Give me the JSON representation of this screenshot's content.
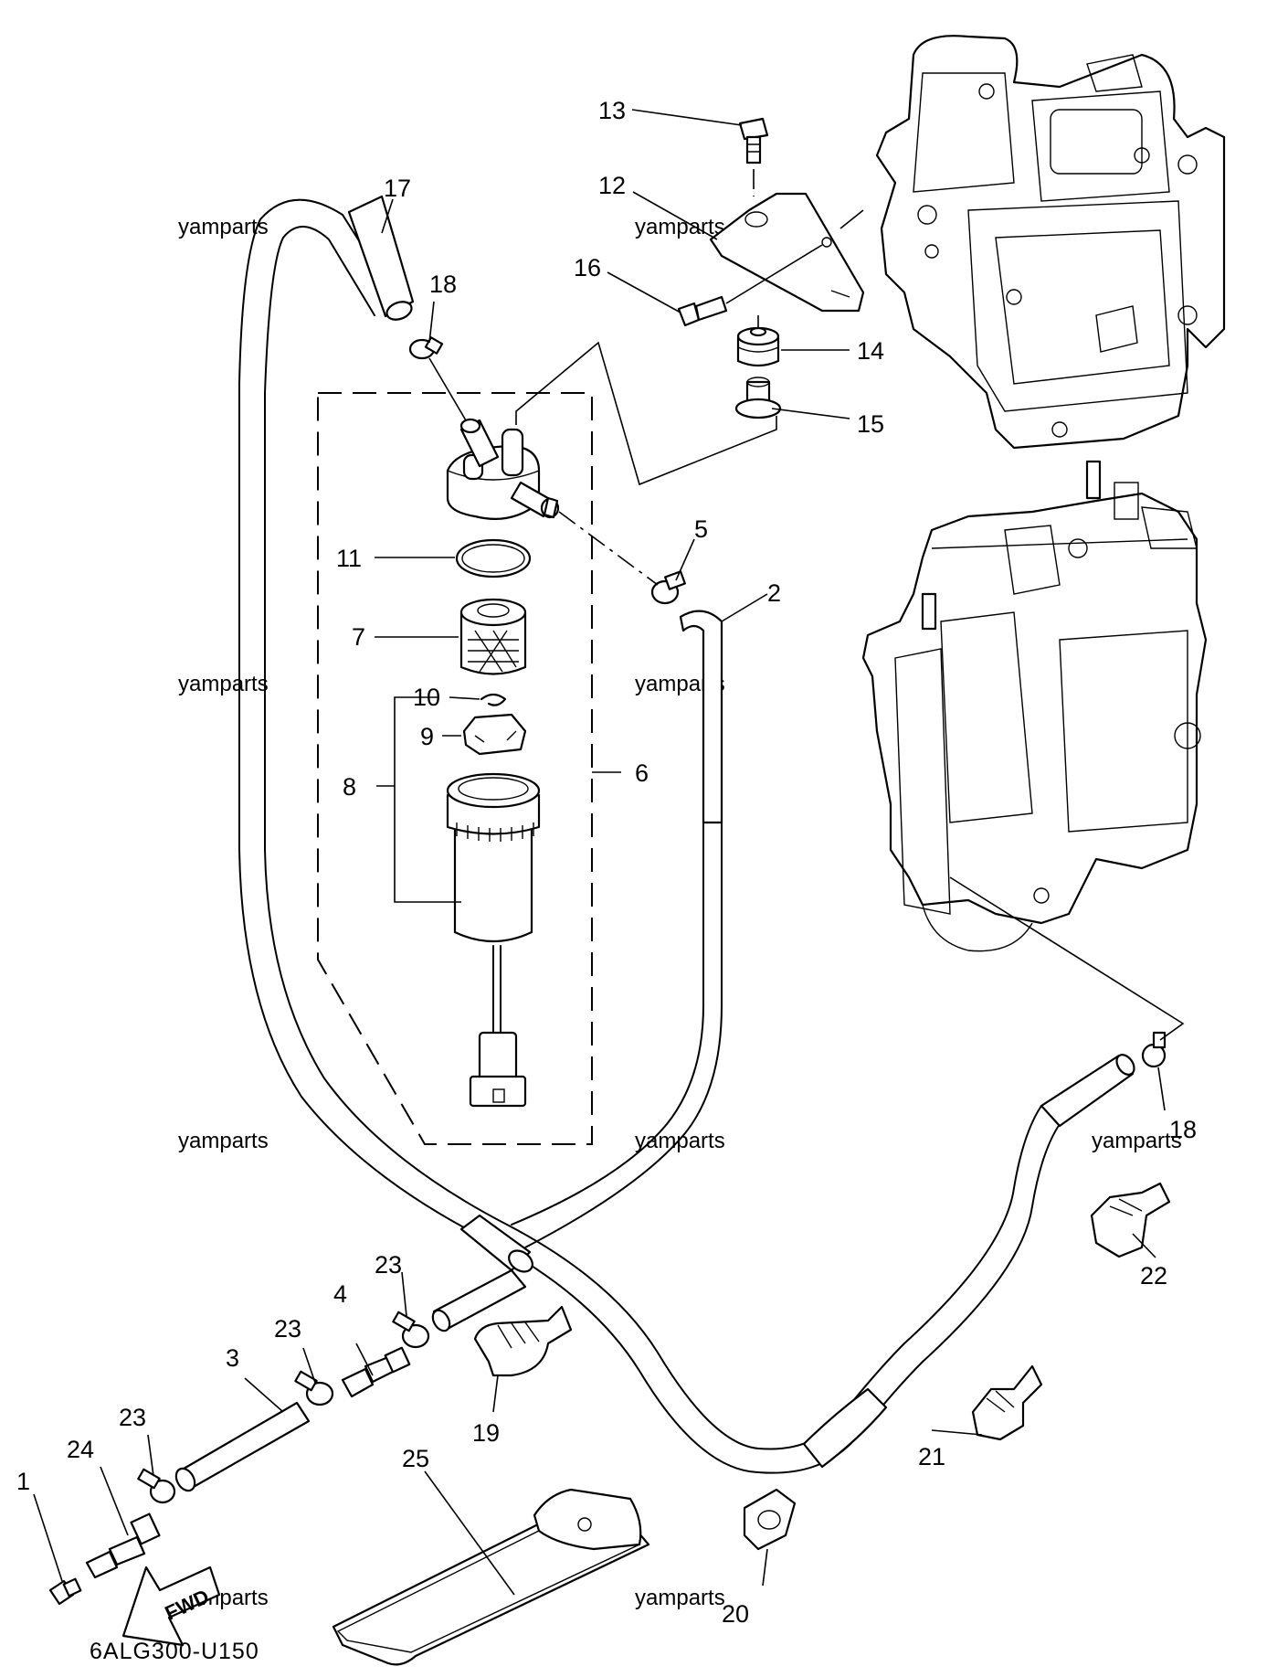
{
  "diagram_code": "6ALG300-U150",
  "watermark": "yamparts",
  "fwd_label": "FWD",
  "callouts": {
    "c1": "1",
    "c2": "2",
    "c3": "3",
    "c4": "4",
    "c5": "5",
    "c6": "6",
    "c7": "7",
    "c8": "8",
    "c9": "9",
    "c10": "10",
    "c11": "11",
    "c12": "12",
    "c13": "13",
    "c14": "14",
    "c15": "15",
    "c16": "16",
    "c17": "17",
    "c18a": "18",
    "c18b": "18",
    "c19": "19",
    "c20": "20",
    "c21": "21",
    "c22": "22",
    "c23a": "23",
    "c23b": "23",
    "c23c": "23",
    "c24": "24",
    "c25": "25"
  }
}
